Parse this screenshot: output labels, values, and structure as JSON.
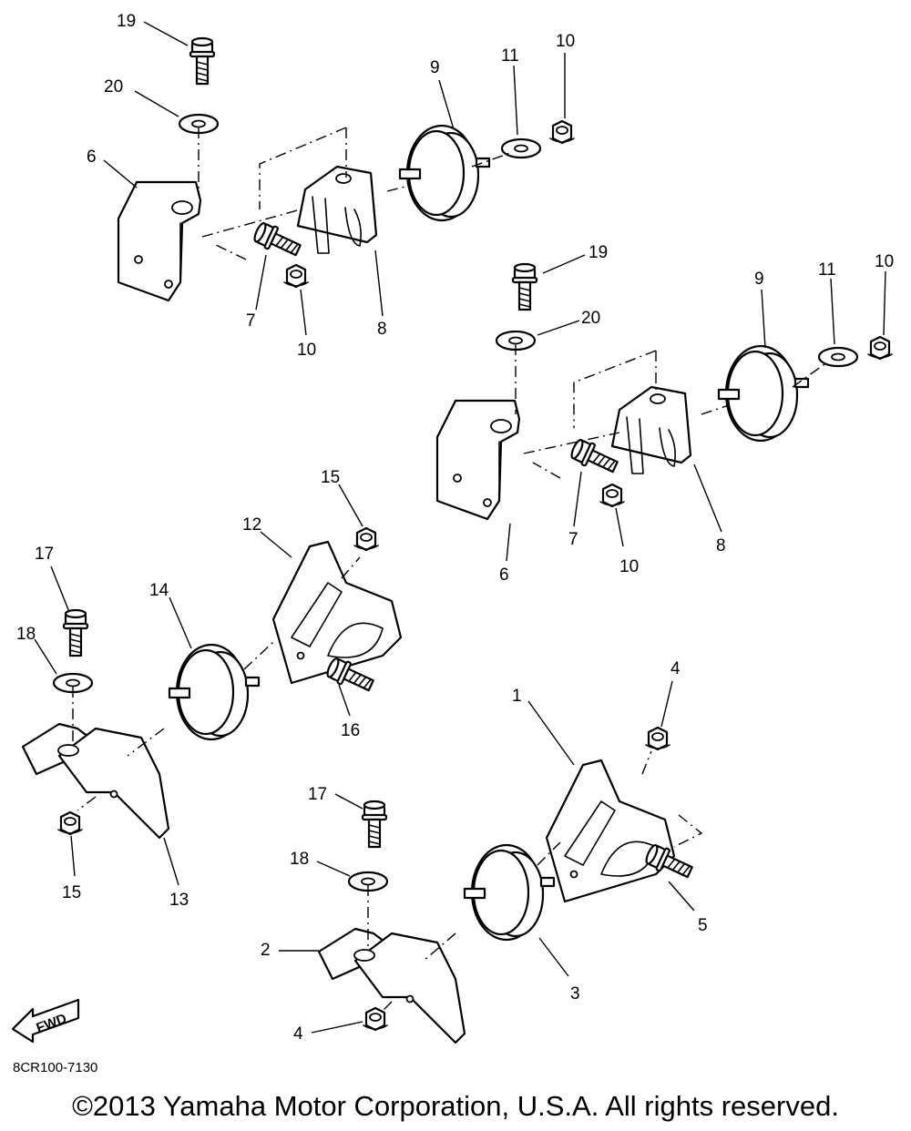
{
  "diagram": {
    "code": "8CR100-7130",
    "fwd_label": "FWD",
    "copyright": "©2013 Yamaha Motor Corporation, U.S.A. All rights reserved."
  },
  "callouts": {
    "c1": "19",
    "c2": "20",
    "c3": "6",
    "c4": "9",
    "c5": "11",
    "c6": "10",
    "c7": "7",
    "c8": "10",
    "c9": "8",
    "c10": "19",
    "c11": "20",
    "c12": "9",
    "c13": "11",
    "c14": "10",
    "c15": "7",
    "c16": "10",
    "c17": "8",
    "c18": "6",
    "c19": "15",
    "c20": "12",
    "c21": "14",
    "c22": "17",
    "c23": "18",
    "c24": "16",
    "c25": "15",
    "c26": "13",
    "c27": "4",
    "c28": "1",
    "c29": "17",
    "c30": "18",
    "c31": "5",
    "c32": "2",
    "c33": "3",
    "c34": "4"
  }
}
